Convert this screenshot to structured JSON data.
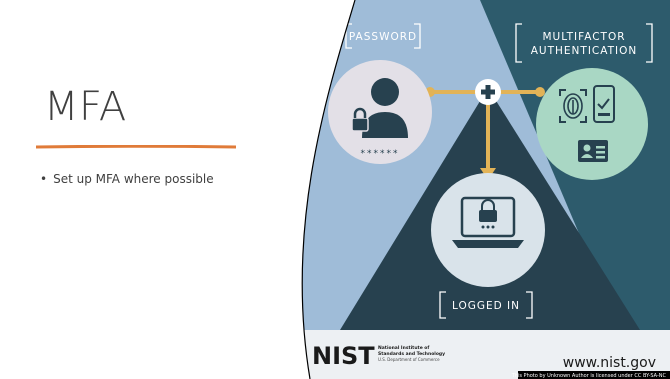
{
  "slide": {
    "title": "MFA",
    "bullets": [
      "Set up MFA where possible"
    ],
    "accent_color": "#e07b39"
  },
  "graphic": {
    "labels": {
      "password": "PASSWORD",
      "mfa_line1": "MULTIFACTOR",
      "mfa_line2": "AUTHENTICATION",
      "logged_in": "LOGGED IN",
      "masked_password": "******"
    },
    "nist": {
      "logo_text": "NIST",
      "org_line1": "National Institute of",
      "org_line2": "Standards and Technology",
      "org_line3": "U.S. Department of Commerce",
      "url": "www.nist.gov"
    },
    "credit": "This Photo by Unknown Author is licensed under CC BY-SA-NC",
    "colors": {
      "light_blue": "#9fbcd8",
      "dark_navy": "#27414f",
      "teal": "#2d5b6c",
      "connector": "#e2b357",
      "footer": "#edf0f3"
    }
  }
}
